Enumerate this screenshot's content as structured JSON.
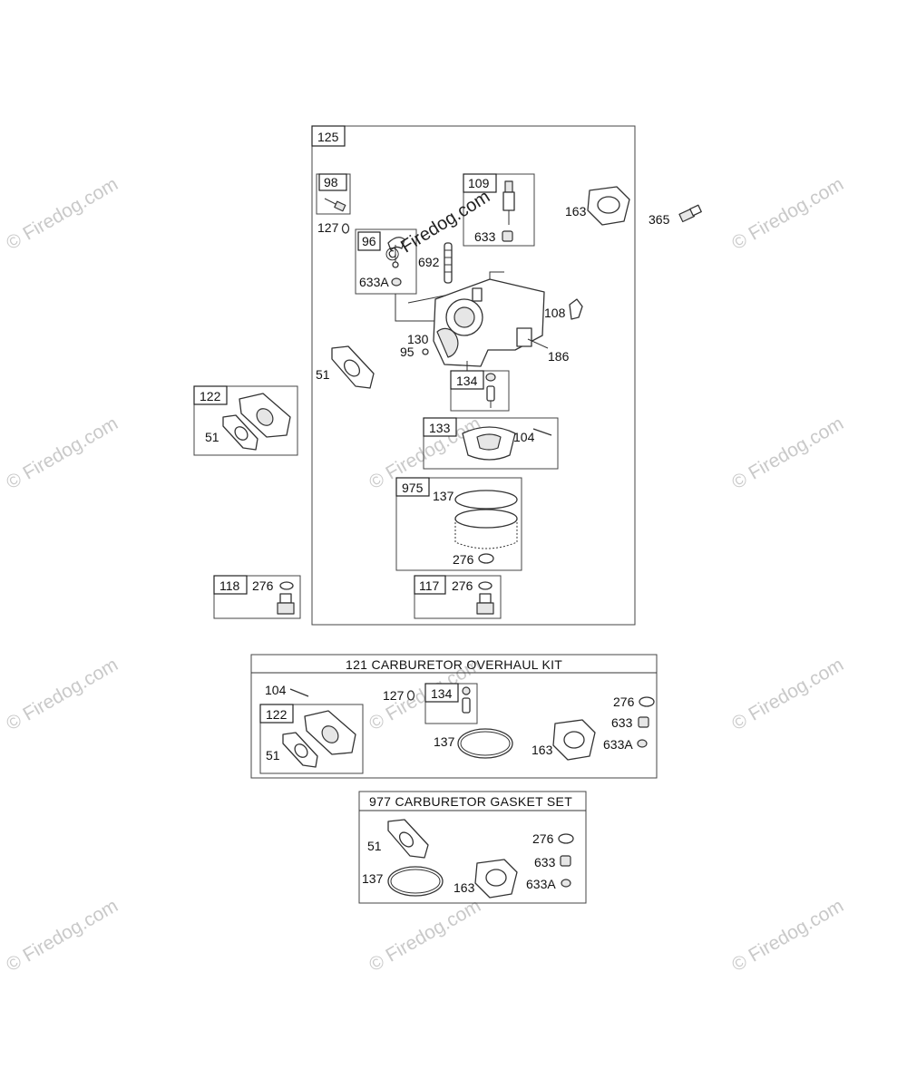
{
  "watermark": {
    "text": "© Firedog.com"
  },
  "main_assembly": {
    "tag": "125",
    "subassemblies": {
      "s98": {
        "tag": "98"
      },
      "s109": {
        "tag": "109",
        "part": "633"
      },
      "s96": {
        "tag": "96",
        "part": "633A"
      },
      "s134": {
        "tag": "134"
      },
      "s133": {
        "tag": "133",
        "part": "104"
      },
      "s975": {
        "tag": "975",
        "part_a": "137",
        "part_b": "276"
      },
      "s117": {
        "tag": "117",
        "part": "276"
      }
    },
    "parts": {
      "p127": "127",
      "p163": "163",
      "p692": "692",
      "p108": "108",
      "p130": "130",
      "p95": "95",
      "p186": "186",
      "p51": "51"
    }
  },
  "outside": {
    "p365": "365",
    "s122": {
      "tag": "122",
      "part": "51"
    },
    "s118": {
      "tag": "118",
      "part": "276"
    }
  },
  "overhaul_kit": {
    "title": "121 CARBURETOR OVERHAUL KIT",
    "p104": "104",
    "p127": "127",
    "s134": {
      "tag": "134"
    },
    "s122": {
      "tag": "122",
      "part": "51"
    },
    "p137": "137",
    "p163": "163",
    "p276": "276",
    "p633": "633",
    "p633a": "633A"
  },
  "gasket_set": {
    "title": "977 CARBURETOR GASKET SET",
    "p51": "51",
    "p137": "137",
    "p163": "163",
    "p276": "276",
    "p633": "633",
    "p633a": "633A"
  }
}
